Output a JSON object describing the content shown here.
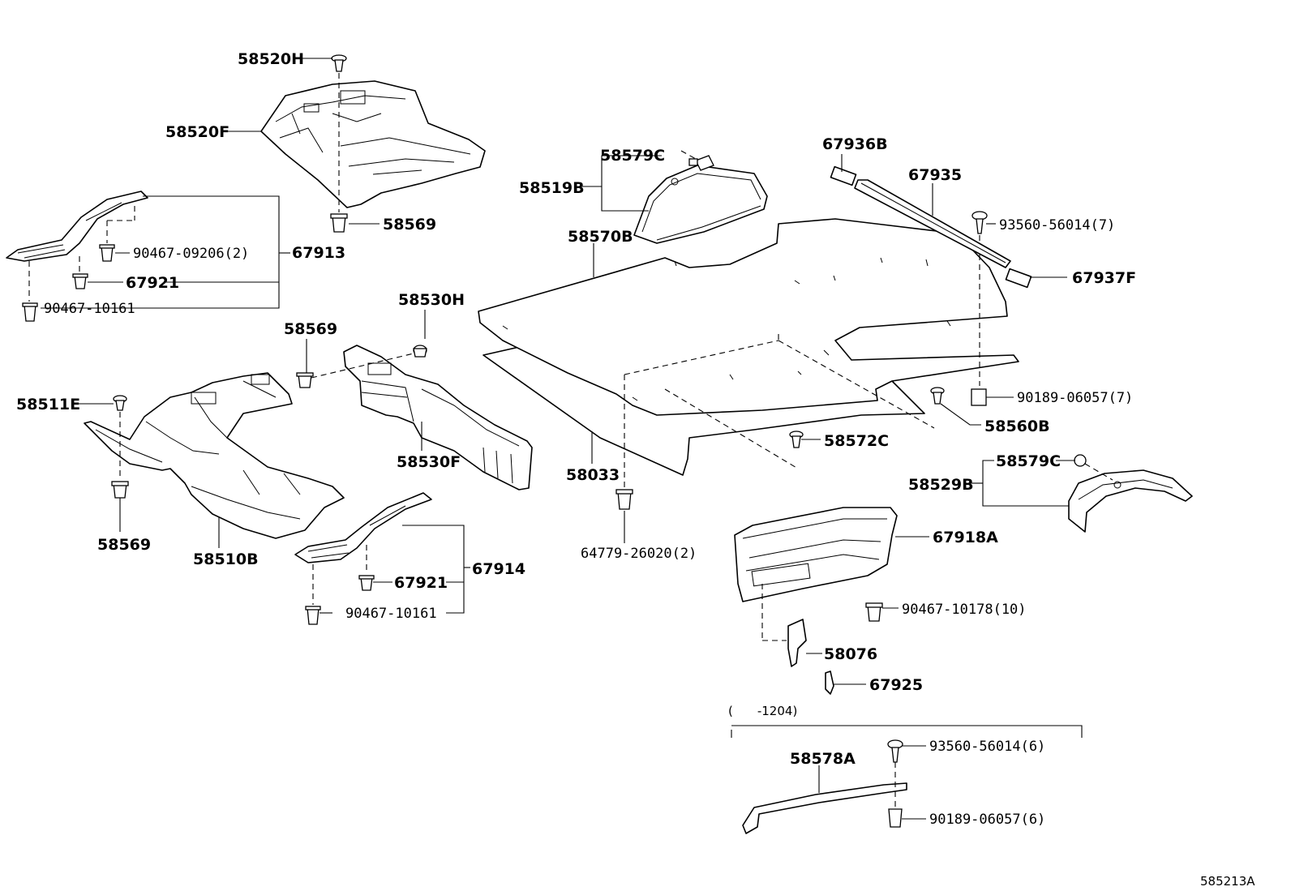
{
  "diagram": {
    "labels": {
      "l58520H": "58520H",
      "l58520F": "58520F",
      "l58569_top": "58569",
      "l67913": "67913",
      "l90467_09206": "90467-09206(2)",
      "l67921_a": "67921",
      "l90467_10161_a": "90467-10161",
      "l58530H": "58530H",
      "l58569_mid": "58569",
      "l58511E": "58511E",
      "l58530F": "58530F",
      "l58569_low": "58569",
      "l58510B": "58510B",
      "l67921_b": "67921",
      "l67914": "67914",
      "l90467_10161_b": "90467-10161",
      "l58579C_a": "58579C",
      "l58519B": "58519B",
      "l58570B": "58570B",
      "l58033": "58033",
      "l64779": "64779-26020(2)",
      "l58572C": "58572C",
      "l67936B": "67936B",
      "l67935": "67935",
      "l93560_7": "93560-56014(7)",
      "l67937F": "67937F",
      "l90189_7": "90189-06057(7)",
      "l58560B": "58560B",
      "l58579C_b": "58579C",
      "l58529B": "58529B",
      "l67918A": "67918A",
      "l90467_10178": "90467-10178(10)",
      "l58076": "58076",
      "l67925": "67925",
      "l_range": "(　　-1204)",
      "l58578A": "58578A",
      "l93560_6": "93560-56014(6)",
      "l90189_6": "90189-06057(6)",
      "ref": "585213A"
    }
  }
}
